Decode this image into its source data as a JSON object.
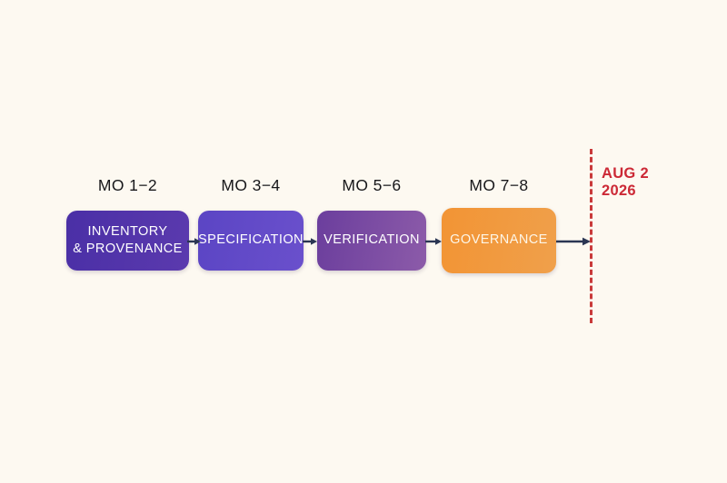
{
  "diagram": {
    "type": "timeline-roadmap",
    "background_color": "#FDF9F1",
    "stages": [
      {
        "period": "MO 1−2",
        "title": "INVENTORY\n& PROVENANCE",
        "color_start": "#4A2FA6",
        "color_end": "#5B3AAE",
        "text_color": "#FFFFFF"
      },
      {
        "period": "MO 3−4",
        "title": "SPECIFICATION",
        "color_start": "#5B45C4",
        "color_end": "#6A50CC",
        "text_color": "#FFFFFF"
      },
      {
        "period": "MO 5−6",
        "title": "VERIFICATION",
        "color_start": "#6B3E9D",
        "color_end": "#8C5BA9",
        "text_color": "#FFFFFF"
      },
      {
        "period": "MO 7−8",
        "title": "GOVERNANCE",
        "color_start": "#F29434",
        "color_end": "#F0A04B",
        "text_color": "#FDF6E8"
      }
    ],
    "connectors": [
      {
        "name": "arrow-inventory-to-specification"
      },
      {
        "name": "arrow-specification-to-verification"
      },
      {
        "name": "arrow-verification-to-governance"
      },
      {
        "name": "arrow-governance-to-deadline"
      }
    ],
    "connector_color": "#2B3653",
    "deadline": {
      "label": "AUG 2\n2026",
      "line_color": "#C93A3A",
      "text_color": "#CC2936",
      "style": "dashed"
    }
  }
}
